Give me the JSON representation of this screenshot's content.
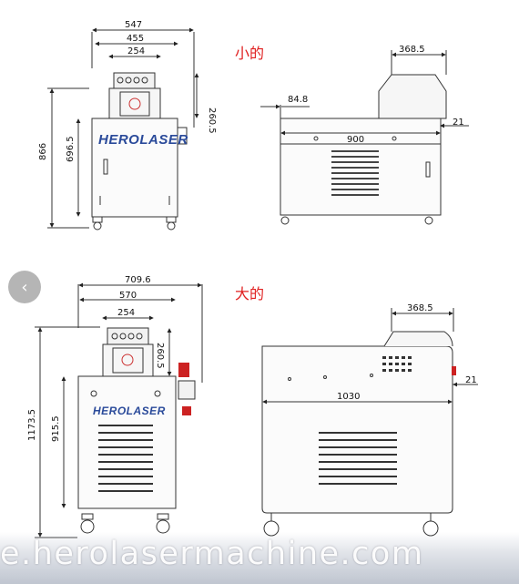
{
  "labels": {
    "small": "小的",
    "large": "大的"
  },
  "brand": "HEROLASER",
  "small_front": {
    "overall_width": "547",
    "mid_width": "455",
    "top_width": "254",
    "total_height": "866",
    "cabinet_height": "696.5",
    "head_height": "260.5"
  },
  "small_side": {
    "top_length": "368.5",
    "offset_left": "84.8",
    "body_length": "900",
    "offset_right": "21"
  },
  "large_front": {
    "overall_width": "709.6",
    "mid_width": "570",
    "top_width": "254",
    "total_height": "1173.5",
    "cabinet_height": "915.5",
    "head_height": "260.5"
  },
  "large_side": {
    "top_length": "368.5",
    "body_length": "1030",
    "offset_right": "21"
  },
  "nav": {
    "prev_symbol": "‹"
  },
  "watermark": "e.herolasermachine.com",
  "colors": {
    "label": "#e02020",
    "brand": "#2a4a9a",
    "line": "#333333"
  }
}
